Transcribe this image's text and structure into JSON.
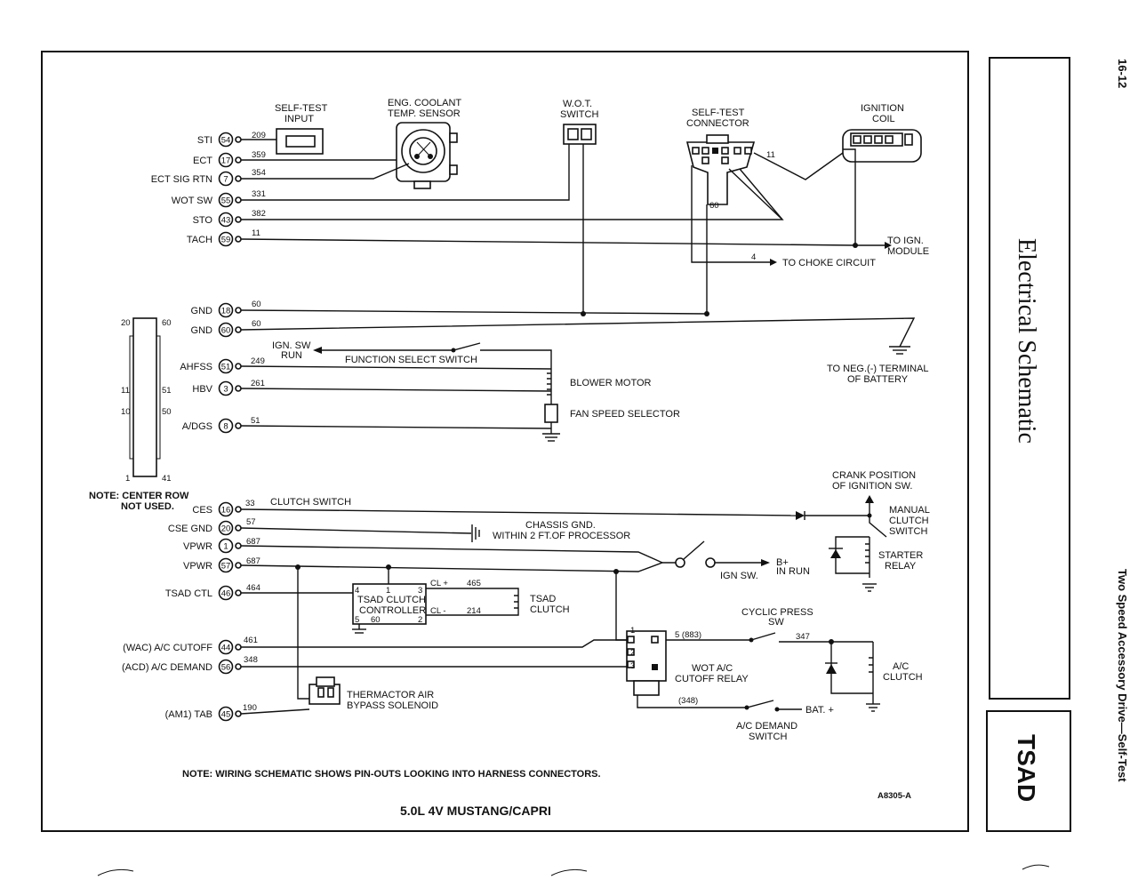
{
  "page_number": "16-12",
  "side_title": "Two Speed Accessory Drive—Self-Test",
  "section_title": "Electrical Schematic",
  "section_tab": "TSAD",
  "figure_id": "A8305-A",
  "footer_title": "5.0L 4V MUSTANG/CAPRI",
  "note_wiring": "NOTE: WIRING SCHEMATIC SHOWS PIN-OUTS LOOKING INTO HARNESS CONNECTORS.",
  "note_center_row": [
    "NOTE: CENTER ROW",
    "NOT USED."
  ],
  "pins": [
    {
      "label": "STI",
      "num": "54",
      "wire": "209"
    },
    {
      "label": "ECT",
      "num": "17",
      "wire": "359"
    },
    {
      "label": "ECT SIG RTN",
      "num": "7",
      "wire": "354"
    },
    {
      "label": "WOT SW",
      "num": "55",
      "wire": "331"
    },
    {
      "label": "STO",
      "num": "43",
      "wire": "382"
    },
    {
      "label": "TACH",
      "num": "59",
      "wire": "11"
    },
    {
      "label": "GND",
      "num": "18",
      "wire": "60"
    },
    {
      "label": "GND",
      "num": "60",
      "wire": "60"
    },
    {
      "label": "AHFSS",
      "num": "51",
      "wire": "249"
    },
    {
      "label": "HBV",
      "num": "3",
      "wire": "261"
    },
    {
      "label": "A/DGS",
      "num": "8",
      "wire": "51"
    },
    {
      "label": "CES",
      "num": "16",
      "wire": "33"
    },
    {
      "label": "CSE GND",
      "num": "20",
      "wire": "57"
    },
    {
      "label": "VPWR",
      "num": "1",
      "wire": "687"
    },
    {
      "label": "VPWR",
      "num": "57",
      "wire": "687"
    },
    {
      "label": "TSAD CTL",
      "num": "46",
      "wire": "464"
    },
    {
      "label": "(WAC) A/C CUTOFF",
      "num": "44",
      "wire": "461"
    },
    {
      "label": "(ACD) A/C DEMAND",
      "num": "56",
      "wire": "348"
    },
    {
      "label": "(AM1) TAB",
      "num": "45",
      "wire": "190"
    }
  ],
  "connector_pins": {
    "p20": "20",
    "p60": "60",
    "p11": "11",
    "p51": "51",
    "p10": "10",
    "p50": "50",
    "p1": "1",
    "p41": "41"
  },
  "components": {
    "self_test_input": [
      "SELF-TEST",
      "INPUT"
    ],
    "coolant_sensor": [
      "ENG. COOLANT",
      "TEMP. SENSOR"
    ],
    "wot_switch": [
      "W.O.T.",
      "SWITCH"
    ],
    "self_test_connector": [
      "SELF-TEST",
      "CONNECTOR"
    ],
    "ignition_coil": [
      "IGNITION",
      "COIL"
    ],
    "to_ign_module": [
      "TO IGN.",
      "MODULE"
    ],
    "to_choke": "TO CHOKE CIRCUIT",
    "to_neg_terminal": [
      "TO NEG.(-) TERMINAL",
      "OF BATTERY"
    ],
    "ign_sw_run": [
      "IGN. SW",
      "RUN"
    ],
    "function_select": "FUNCTION SELECT SWITCH",
    "blower_motor": "BLOWER MOTOR",
    "fan_speed": "FAN SPEED SELECTOR",
    "clutch_switch": "CLUTCH SWITCH",
    "chassis_gnd": [
      "CHASSIS GND.",
      "WITHIN 2 FT.OF PROCESSOR"
    ],
    "crank_position": [
      "CRANK POSITION",
      "OF IGNITION SW."
    ],
    "manual_clutch": [
      "MANUAL",
      "CLUTCH",
      "SWITCH"
    ],
    "starter_relay": [
      "STARTER",
      "RELAY"
    ],
    "ign_sw": "IGN SW.",
    "b_plus_run": [
      "B+",
      "IN RUN"
    ],
    "tsad_controller": [
      "TSAD CLUTCH",
      "CONTROLLER"
    ],
    "tsad_clutch": [
      "TSAD",
      "CLUTCH"
    ],
    "cyclic_press": [
      "CYCLIC PRESS",
      "SW"
    ],
    "wot_ac_relay": [
      "WOT A/C",
      "CUTOFF RELAY"
    ],
    "ac_clutch": [
      "A/C",
      "CLUTCH"
    ],
    "ac_demand_switch": [
      "A/C DEMAND",
      "SWITCH"
    ],
    "bat_plus": "BAT. +",
    "thermactor": [
      "THERMACTOR AIR",
      "BYPASS SOLENOID"
    ]
  },
  "wire_labels": {
    "w60a": "60",
    "w11_coil": "11",
    "w4": "4",
    "cl_plus": "CL +",
    "cl_minus": "CL -",
    "w465": "465",
    "w214": "214",
    "w5_883": "5 (883)",
    "w347": "347",
    "w348b": "(348)",
    "ctl_p4": "4",
    "ctl_p1": "1",
    "ctl_p3": "3",
    "ctl_p5": "5",
    "ctl_p60": "60",
    "ctl_p2": "2",
    "relay_p1": "1",
    "relay_p2": "2",
    "relay_p3": "3"
  }
}
